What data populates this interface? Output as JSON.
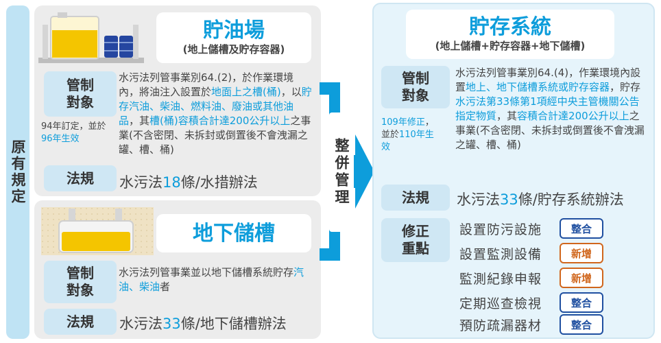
{
  "left_vertical": "原有規定",
  "middle_vertical": "整併管理",
  "oil_storage": {
    "title": "貯油場",
    "subtitle": "(地上儲槽及貯存容器)",
    "label_control": "管制對象",
    "desc_part1": "水污法列管事業別64.(2)，於作業環境內，將油注入設置於",
    "desc_blue1": "地面上之槽(桶)",
    "desc_part2": "，以",
    "desc_blue2": "貯存汽油、柴油、燃料油、廢油或其他油品",
    "desc_part3": "，其",
    "desc_blue3": "槽(桶)容積合計達200公升以上",
    "desc_part4": "之事業(不含密閉、未拆封或倒置後不會洩漏之罐、槽、桶)",
    "note_prefix": "94年訂定，並於",
    "note_blue": "96年生效",
    "label_law": "法規",
    "law_prefix": "水污法",
    "law_num": "18",
    "law_suffix": "條/水措辦法"
  },
  "underground_tank": {
    "title": "地下儲槽",
    "label_control": "管制對象",
    "desc_part1": "水污法列管事業並以地下儲槽系統貯存",
    "desc_blue": "汽油、柴油",
    "desc_part2": "者",
    "label_law": "法規",
    "law_prefix": "水污法",
    "law_num": "33",
    "law_suffix": "條/地下儲槽辦法"
  },
  "storage_system": {
    "title": "貯存系統",
    "subtitle": "(地上儲槽+貯存容器+地下儲槽)",
    "label_control": "管制對象",
    "note_blue1": "109年修正",
    "note_mid": "，並於",
    "note_blue2": "110年生效",
    "desc_part1": "水污法列管事業別64.(4)，作業環境內設置",
    "desc_blue1": "地上、地下儲槽系統或貯存容器",
    "desc_part2": "，貯存",
    "desc_blue2": "水污法第33條第1項經中央主管機關公告指定物質",
    "desc_part3": "，其",
    "desc_blue3": "容積合計達200公升以上",
    "desc_part4": "之事業(不含密閉、未拆封或倒置後不會洩漏之罐、槽、桶)",
    "label_law": "法規",
    "law_prefix": "水污法",
    "law_num": "33",
    "law_suffix": "條/貯存系統辦法",
    "label_focus": "修正重點",
    "focus_items": [
      {
        "text": "設置防污設施",
        "badge": "整合"
      },
      {
        "text": "設置監測設備",
        "badge": "新增"
      },
      {
        "text": "監測紀錄申報",
        "badge": "新增"
      },
      {
        "text": "定期巡查檢視",
        "badge": "整合"
      },
      {
        "text": "預防疏漏器材",
        "badge": "整合"
      }
    ]
  },
  "colors": {
    "accent_blue": "#0d9ddb",
    "badge_blue": "#1f4fa0",
    "badge_orange": "#d0661c"
  }
}
